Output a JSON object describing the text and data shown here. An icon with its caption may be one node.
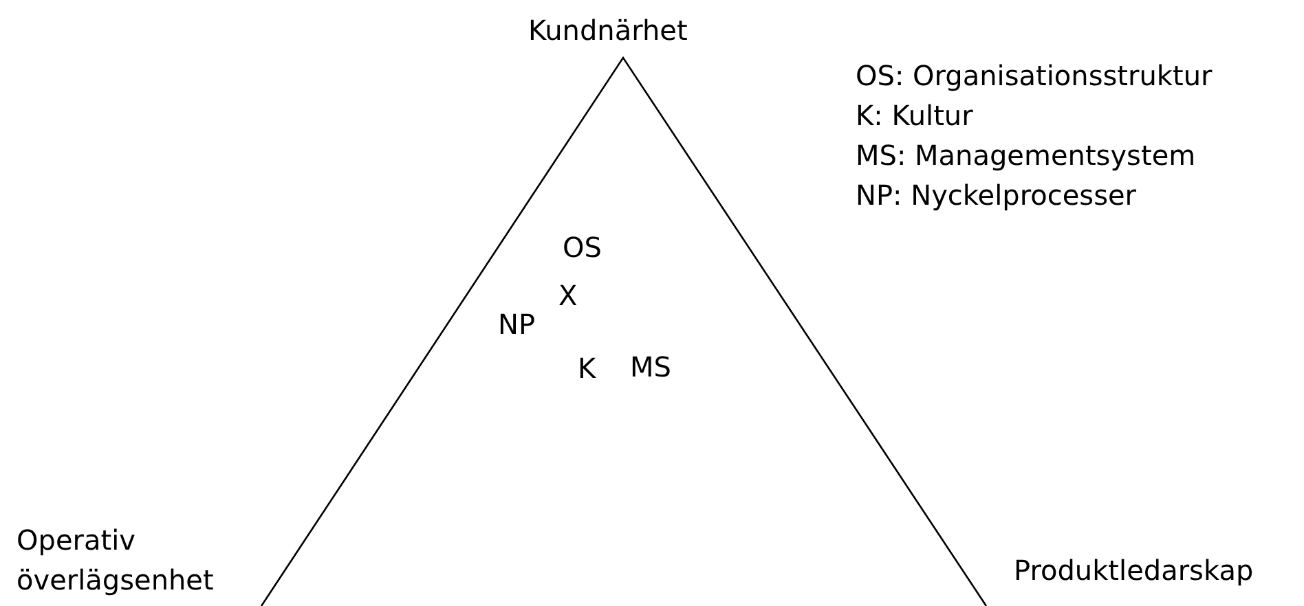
{
  "diagram": {
    "labels": [
      "Kundnärhet",
      "OS: Organisationsstruktur",
      "K: Kultur",
      "MS: Managementsystem",
      "NP: Nyckelprocesser",
      "OS",
      "X",
      "NP",
      "K",
      "MS",
      "Operativ överlägsenhet",
      "Produktledarskap"
    ]
  }
}
